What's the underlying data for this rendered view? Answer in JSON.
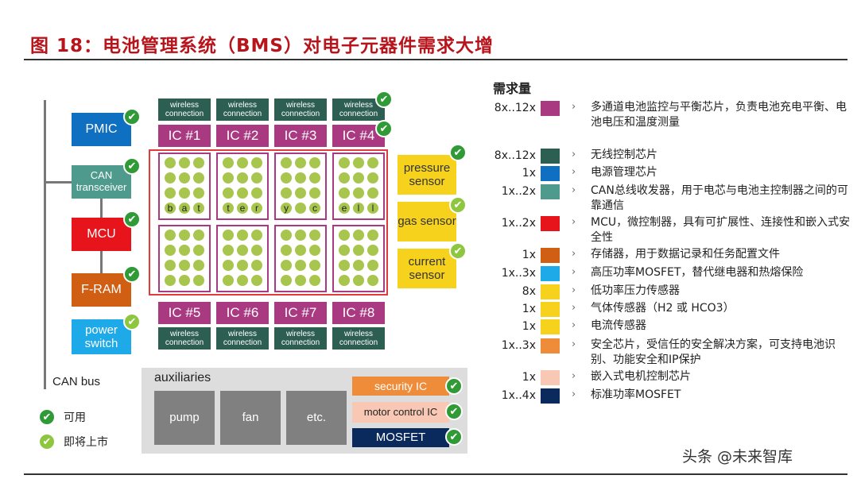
{
  "title": "图 18：电池管理系统（BMS）对电子元器件需求大增",
  "colors": {
    "title_red": "#b8141c",
    "pmic_blue": "#0f6fc0",
    "can_teal": "#4e9a8c",
    "mcu_red": "#e8141c",
    "fram_orange": "#d05f14",
    "power_switch_cyan": "#1ea9e8",
    "wireless_green": "#2d5e52",
    "ic_magenta": "#a93a82",
    "sensor_yellow": "#f7d21c",
    "security_orange": "#ee8c3a",
    "motor_peach": "#f8c8b4",
    "mosfet_navy": "#0a2a5e",
    "battery_outline": "#e23b3b",
    "cell_green": "#a8c54e",
    "check_dark": "#2f9a36",
    "check_light": "#8ec640"
  },
  "left_chain": {
    "pmic": "PMIC",
    "can": "CAN transceiver",
    "mcu": "MCU",
    "fram": "F-RAM",
    "power_switch": "power switch",
    "can_bus": "CAN bus"
  },
  "wireless_label": "wireless connection",
  "ics_top": [
    "IC #1",
    "IC #2",
    "IC #3",
    "IC #4"
  ],
  "ics_bottom": [
    "IC #5",
    "IC #6",
    "IC #7",
    "IC #8"
  ],
  "battery_letters": [
    "b",
    "a",
    "t",
    "t",
    "e",
    "r",
    "y",
    "c",
    "e",
    "l",
    "l"
  ],
  "sensors": {
    "pressure": "pressure sensor",
    "gas": "gas sensor",
    "current": "current sensor"
  },
  "auxiliaries": {
    "label": "auxiliaries",
    "items": [
      "pump",
      "fan",
      "etc."
    ]
  },
  "right_components": {
    "security": "security IC",
    "motor": "motor control IC",
    "mosfet": "MOSFET"
  },
  "legend": {
    "available": "可用",
    "coming_soon": "即将上市"
  },
  "check_glyph": "✔",
  "requirements": {
    "title": "需求量",
    "arrow": "›",
    "rows": [
      {
        "mult": "8x..12x",
        "color": "#a93a82",
        "desc": "多通道电池监控与平衡芯片，负责电池充电平衡、电池电压和温度测量"
      },
      {
        "mult": "8x..12x",
        "color": "#2d5e52",
        "desc": "无线控制芯片"
      },
      {
        "mult": "1x",
        "color": "#0f6fc0",
        "desc": "电源管理芯片"
      },
      {
        "mult": "1x..2x",
        "color": "#4e9a8c",
        "desc": "CAN总线收发器，用于电芯与电池主控制器之间的可靠通信"
      },
      {
        "mult": "1x..2x",
        "color": "#e8141c",
        "desc": "MCU，微控制器，具有可扩展性、连接性和嵌入式安全性"
      },
      {
        "mult": "1x",
        "color": "#d05f14",
        "desc": "存储器，用于数据记录和任务配置文件"
      },
      {
        "mult": "1x..3x",
        "color": "#1ea9e8",
        "desc": "高压功率MOSFET，替代继电器和热熔保险"
      },
      {
        "mult": "8x",
        "color": "#f7d21c",
        "desc": "低功率压力传感器"
      },
      {
        "mult": "1x",
        "color": "#f7d21c",
        "desc": "气体传感器（H2 或 HCO3）"
      },
      {
        "mult": "1x",
        "color": "#f7d21c",
        "desc": "电流传感器"
      },
      {
        "mult": "1x..3x",
        "color": "#ee8c3a",
        "desc": "安全芯片，受信任的安全解决方案，可支持电池识别、功能安全和IP保护"
      },
      {
        "mult": "1x",
        "color": "#f8c8b4",
        "desc": "嵌入式电机控制芯片"
      },
      {
        "mult": "1x..4x",
        "color": "#0a2a5e",
        "desc": "标准功率MOSFET"
      }
    ]
  },
  "watermark": "头条 @未来智库"
}
